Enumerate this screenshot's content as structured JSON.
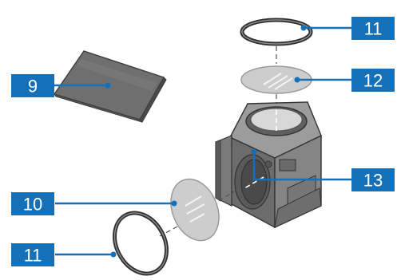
{
  "callouts": {
    "c9": {
      "label": "9",
      "part": "slider-cover"
    },
    "c10": {
      "label": "10",
      "part": "filter-lens-side"
    },
    "c11a": {
      "label": "11",
      "part": "retaining-ring-top"
    },
    "c11b": {
      "label": "11",
      "part": "retaining-ring-side"
    },
    "c12": {
      "label": "12",
      "part": "filter-lens-top"
    },
    "c13": {
      "label": "13",
      "part": "filter-cube-housing"
    }
  },
  "colors": {
    "callout": "#1470b8",
    "housing_dark": "#5a5a5a",
    "housing_mid": "#7c7c7c",
    "housing_light": "#9a9a9a",
    "glass": "#cfcfcf",
    "ring": "#3a3a3a"
  }
}
